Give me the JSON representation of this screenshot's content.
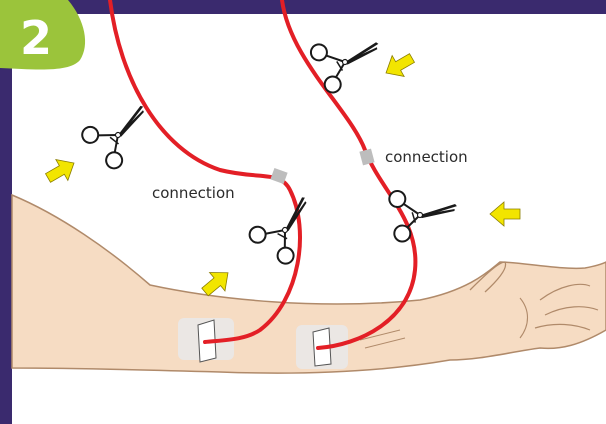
{
  "step_badge": {
    "number": "2",
    "color": "#9bc43b"
  },
  "frame_color": "#3a2a6e",
  "tubing_color": "#e31f26",
  "arrow_color": "#f2e500",
  "skin_color": "#f6dcc3",
  "connector_color": "#bdbdbd",
  "labels": {
    "connection_left": "connection",
    "connection_right": "connection"
  },
  "icons": {
    "clamp": "hemostat-clamp-icon",
    "arrow": "pointer-arrow-icon"
  }
}
